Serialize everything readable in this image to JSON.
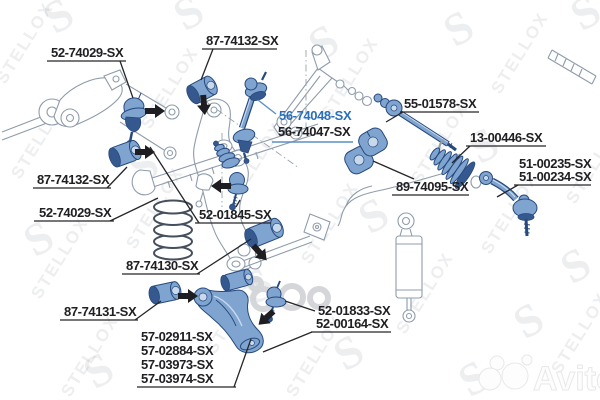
{
  "diagram_type": "auto-parts-exploded-diagram",
  "labels": [
    {
      "part": "ball-joint-upper",
      "text": "52-74029-SX",
      "highlighted": false
    },
    {
      "part": "arm-bushing-upper",
      "text": "87-74132-SX",
      "highlighted": false
    },
    {
      "part": "stabilizer-link",
      "text": "56-74048-SX",
      "highlighted": true
    },
    {
      "part": "stabilizer-link-alt",
      "text": "56-74047-SX",
      "highlighted": false
    },
    {
      "part": "inner-tie-rod",
      "text": "55-01578-SX",
      "highlighted": false
    },
    {
      "part": "steering-boot",
      "text": "13-00446-SX",
      "highlighted": false
    },
    {
      "part": "tie-rod-end",
      "text": "51-00235-SX",
      "highlighted": false
    },
    {
      "part": "tie-rod-end-alt",
      "text": "51-00234-SX",
      "highlighted": false
    },
    {
      "part": "stabilizer-bushing",
      "text": "89-74095-SX",
      "highlighted": false
    },
    {
      "part": "arm-bushing-left",
      "text": "87-74132-SX",
      "highlighted": false
    },
    {
      "part": "ball-joint-left",
      "text": "52-74029-SX",
      "highlighted": false
    },
    {
      "part": "bump-stop",
      "text": "52-01845-SX",
      "highlighted": false
    },
    {
      "part": "control-arm-bushing-rear",
      "text": "87-74130-SX",
      "highlighted": false
    },
    {
      "part": "control-arm-bushing-front",
      "text": "87-74131-SX",
      "highlighted": false
    },
    {
      "part": "control-arm-1",
      "text": "57-02911-SX",
      "highlighted": false
    },
    {
      "part": "control-arm-2",
      "text": "57-02884-SX",
      "highlighted": false
    },
    {
      "part": "control-arm-3",
      "text": "57-03973-SX",
      "highlighted": false
    },
    {
      "part": "control-arm-4",
      "text": "57-03974-SX",
      "highlighted": false
    },
    {
      "part": "lower-ball-joint",
      "text": "52-01833-SX",
      "highlighted": false
    },
    {
      "part": "lower-ball-joint-alt",
      "text": "52-00164-SX",
      "highlighted": false
    }
  ],
  "watermark": {
    "brand": "STELLOX",
    "logo_letter": "S",
    "avito": "Avito"
  },
  "colors": {
    "highlight_text": "#2a6fba",
    "part_fill": "#7ea4cf",
    "part_dark": "#35598f",
    "line_art": "#8f9cab",
    "label_text": "#202024"
  }
}
